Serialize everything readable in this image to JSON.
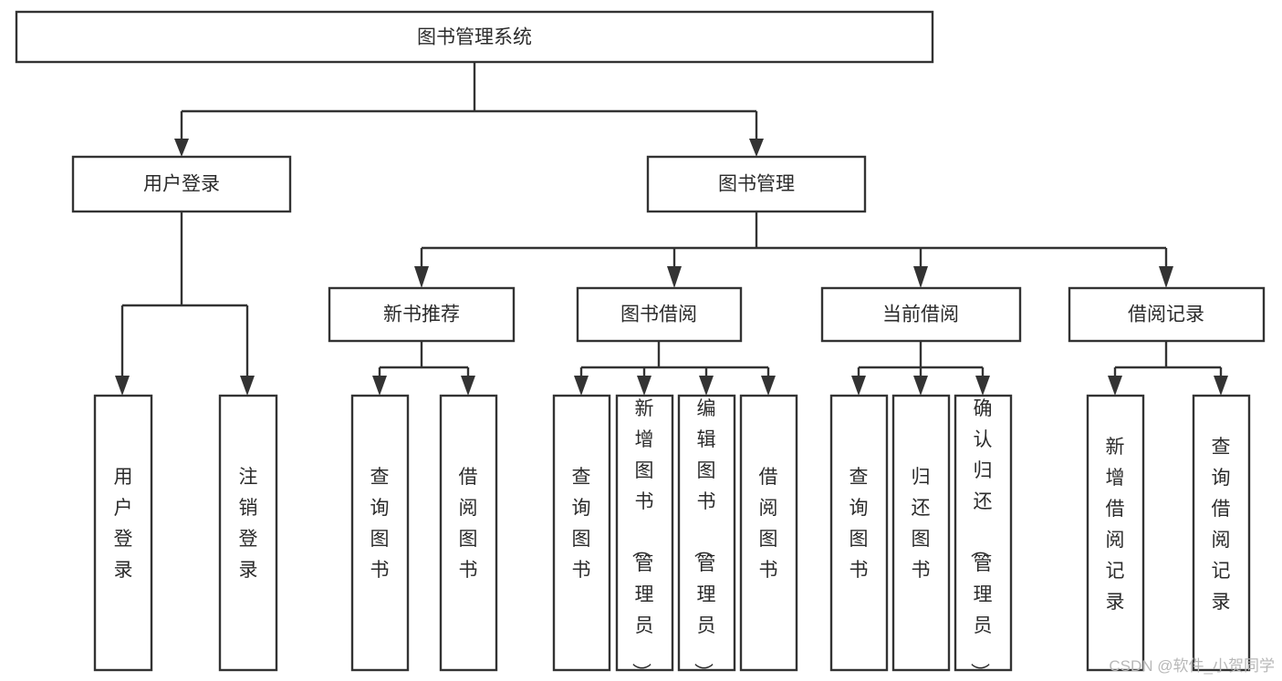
{
  "diagram": {
    "title": "图书管理系统",
    "type": "tree-hierarchy-chart",
    "orientation": "top-down",
    "colors": {
      "stroke": "#333333",
      "fill": "#ffffff",
      "text": "#2b2b2b",
      "watermark": "#b8b8b8"
    },
    "levels": {
      "root": {
        "label": "图书管理系统"
      },
      "level2": [
        {
          "label": "用户登录"
        },
        {
          "label": "图书管理"
        }
      ],
      "level3": [
        {
          "label": "新书推荐"
        },
        {
          "label": "图书借阅"
        },
        {
          "label": "当前借阅"
        },
        {
          "label": "借阅记录"
        }
      ],
      "leaves": {
        "user_login": [
          {
            "label": "用户登录"
          },
          {
            "label": "注销登录"
          }
        ],
        "new_book_recommend": [
          {
            "label": "查询图书"
          },
          {
            "label": "借阅图书"
          }
        ],
        "book_borrow": [
          {
            "label": "查询图书"
          },
          {
            "label": "新增图书（管理员）"
          },
          {
            "label": "编辑图书（管理员）"
          },
          {
            "label": "借阅图书"
          }
        ],
        "current_borrow": [
          {
            "label": "查询图书"
          },
          {
            "label": "归还图书"
          },
          {
            "label": "确认归还（管理员）"
          }
        ],
        "borrow_record": [
          {
            "label": "新增借阅记录"
          },
          {
            "label": "查询借阅记录"
          }
        ]
      }
    }
  },
  "watermark": {
    "text": "CSDN @软件_小贺同学"
  }
}
